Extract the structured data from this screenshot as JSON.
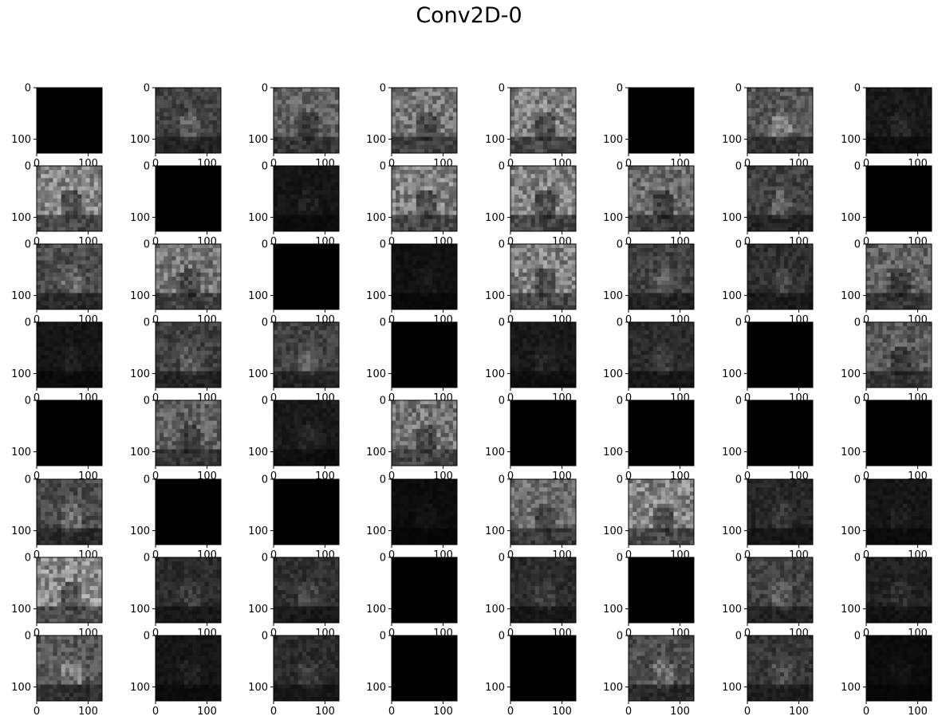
{
  "figure": {
    "title": "Conv2D-0",
    "rows": 8,
    "cols": 8,
    "colormap": "gray",
    "background": "#ffffff"
  },
  "chart_data": {
    "type": "heatmap",
    "title": "Conv2D-0",
    "description_of_panels": "64 feature-map activation images (grayscale) arranged in 8 rows by 8 columns",
    "xlim": [
      0,
      127
    ],
    "ylim": [
      127,
      0
    ],
    "xticks": [
      0,
      100
    ],
    "yticks": [
      0,
      100
    ],
    "xlabel": "",
    "ylabel": "",
    "grid": false,
    "x_ticks_visible_rows": [
      7
    ],
    "brightness": [
      [
        0.02,
        0.3,
        0.45,
        0.55,
        0.6,
        0.02,
        0.4,
        0.12
      ],
      [
        0.62,
        0.02,
        0.1,
        0.6,
        0.6,
        0.5,
        0.3,
        0.02
      ],
      [
        0.35,
        0.55,
        0.02,
        0.08,
        0.6,
        0.3,
        0.22,
        0.45
      ],
      [
        0.1,
        0.3,
        0.3,
        0.04,
        0.12,
        0.2,
        0.04,
        0.42
      ],
      [
        0.03,
        0.45,
        0.12,
        0.55,
        0.02,
        0.02,
        0.02,
        0.02
      ],
      [
        0.35,
        0.02,
        0.04,
        0.06,
        0.5,
        0.62,
        0.18,
        0.1
      ],
      [
        0.65,
        0.2,
        0.22,
        0.03,
        0.2,
        0.05,
        0.3,
        0.15
      ],
      [
        0.4,
        0.1,
        0.2,
        0.04,
        0.02,
        0.35,
        0.25,
        0.06
      ]
    ]
  }
}
